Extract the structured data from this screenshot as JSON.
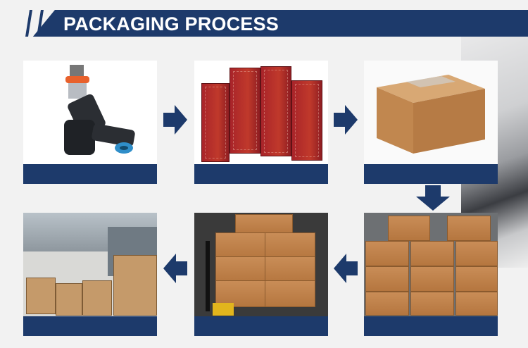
{
  "header": {
    "title": "PACKAGING PROCESS"
  },
  "steps": [
    {
      "name": "fuel-injector"
    },
    {
      "name": "individual-boxes"
    },
    {
      "name": "carton"
    },
    {
      "name": "stacked-cartons"
    },
    {
      "name": "pallet-loading"
    },
    {
      "name": "warehouse"
    }
  ],
  "colors": {
    "accent": "#1d3a6b",
    "background": "#f2f2f2"
  },
  "icons": [
    "arrow-right-icon",
    "arrow-down-icon",
    "arrow-left-icon"
  ]
}
